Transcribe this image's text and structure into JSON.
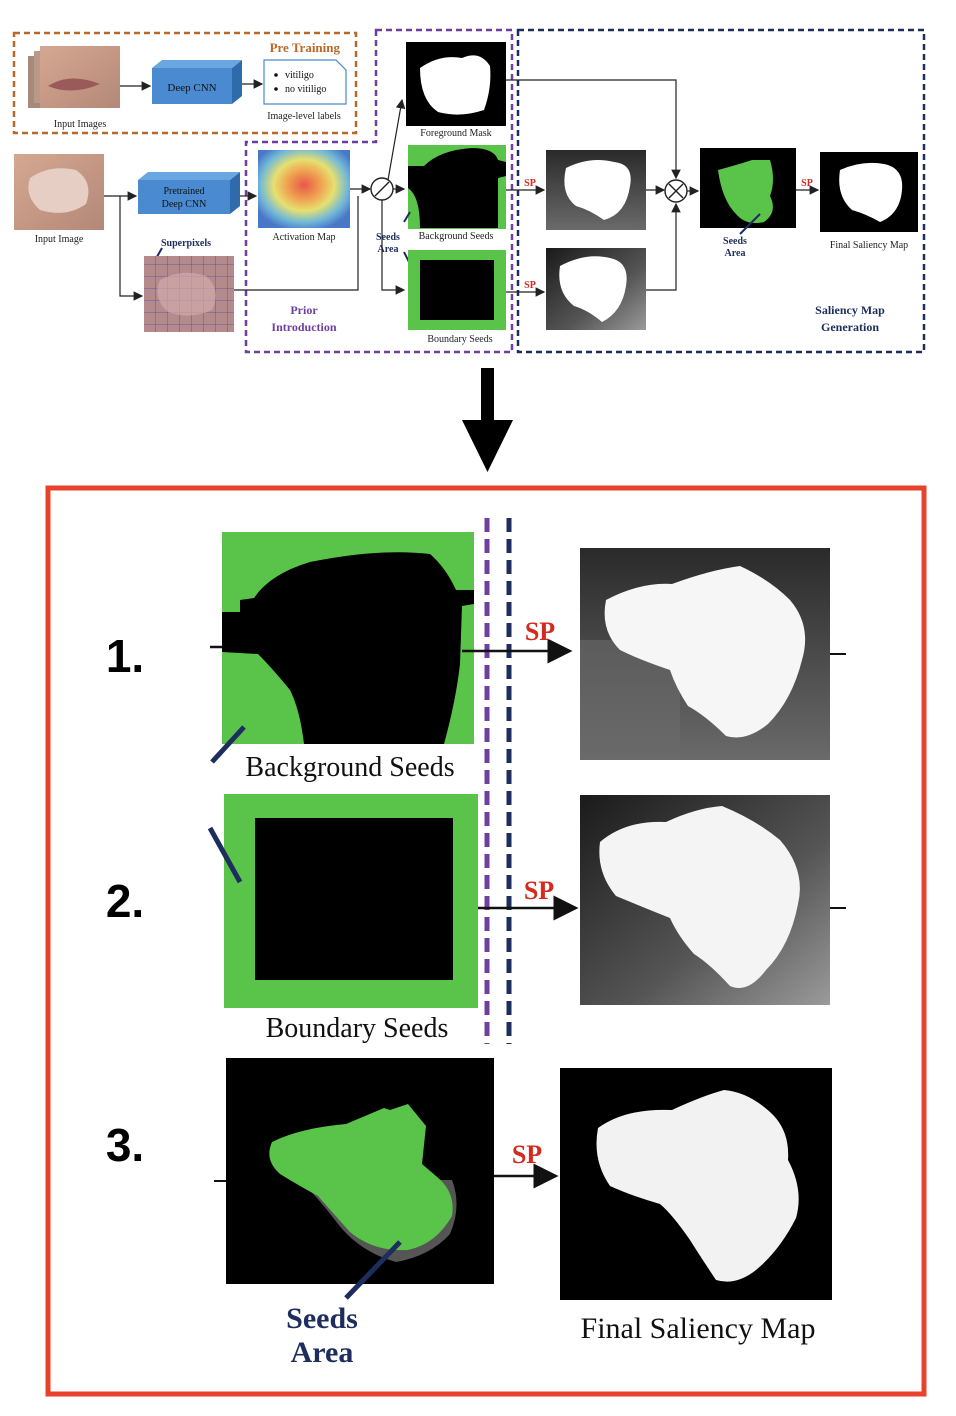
{
  "colors": {
    "green": "#5ac349",
    "red_frame": "#e8422c",
    "purple": "#6f3fa0",
    "navy": "#1c2d5e",
    "orange": "#b8692a",
    "blue_box": "#4a8ad0",
    "sp_red": "#d42a20"
  },
  "top": {
    "pretraining": {
      "title": "Pre Training",
      "input_caption": "Input Images",
      "cnn_label": "Deep CNN",
      "labels": [
        "vitiligo",
        "no vitiligo"
      ],
      "labels_caption": "Image-level labels"
    },
    "input_caption": "Input Image",
    "pretrained_cnn_line1": "Pretrained",
    "pretrained_cnn_line2": "Deep CNN",
    "superpixels_label": "Superpixels",
    "activation_caption": "Activation Map",
    "prior_line1": "Prior",
    "prior_line2": "Introduction",
    "foreground_caption": "Foreground Mask",
    "background_caption": "Background Seeds",
    "boundary_caption": "Boundary Seeds",
    "seeds_area_line1": "Seeds",
    "seeds_area_line2": "Area",
    "sp": "SP",
    "seeds_area2_line1": "Seeds",
    "seeds_area2_line2": "Area",
    "final_caption": "Final Saliency Map",
    "smg_line1": "Saliency Map",
    "smg_line2": "Generation"
  },
  "detail": {
    "rows": [
      {
        "number": "1.",
        "seed_caption": "Background Seeds",
        "sp": "SP"
      },
      {
        "number": "2.",
        "seed_caption": "Boundary Seeds",
        "sp": "SP"
      },
      {
        "number": "3.",
        "seed_caption_line1": "Seeds",
        "seed_caption_line2": "Area",
        "sp": "SP",
        "result_caption": "Final Saliency Map"
      }
    ]
  }
}
